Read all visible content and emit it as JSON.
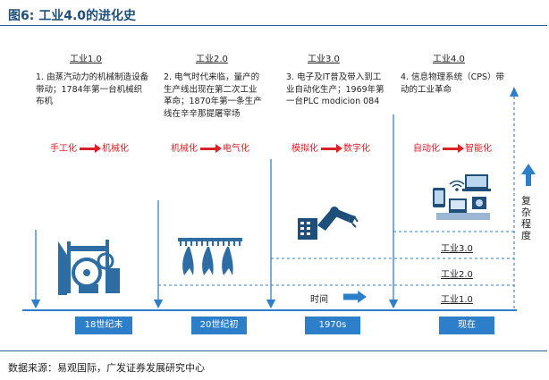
{
  "title": "图6:  工业4.0的进化史",
  "eras": [
    {
      "label": "工业1.0",
      "desc": "1. 由蒸汽动力的机械制造设备带动；1784年第一台机械织布机",
      "from": "手工化",
      "to": "机械化",
      "period": "18世纪末"
    },
    {
      "label": "工业2.0",
      "desc": "2. 电气时代来临，量产的生产线出现在第二次工业革命；1870年第一条生产线在辛辛那提屠宰场",
      "from": "机械化",
      "to": "电气化",
      "period": "20世纪初"
    },
    {
      "label": "工业3.0",
      "desc": "3. 电子及IT普及带入到工业自动化生产；1969年第一台PLC modicion 084",
      "from": "模拟化",
      "to": "数字化",
      "period": "1970s"
    },
    {
      "label": "工业4.0",
      "desc": "4. 信息物理系统（CPS）带动的工业革命",
      "from": "自动化",
      "to": "智能化",
      "period": "现在"
    }
  ],
  "levels": [
    "工业3.0",
    "工业2.0",
    "工业1.0"
  ],
  "time_label": "时间",
  "complexity_label": "复杂程度",
  "source": "数据来源：易观国际，广发证券发展研究中心",
  "colors": {
    "accent_blue": "#2e7fc9",
    "transition_red": "#d92228",
    "title_blue": "#1f4e79"
  }
}
